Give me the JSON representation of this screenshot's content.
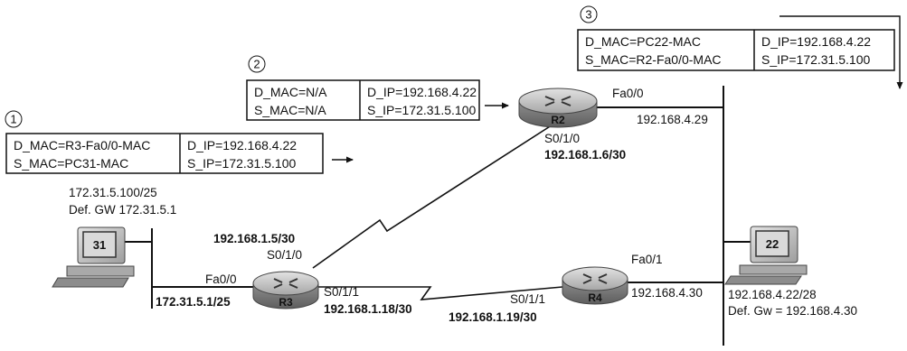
{
  "steps": [
    {
      "number": "1",
      "dst_mac": "D_MAC=R3-Fa0/0-MAC",
      "src_mac": "S_MAC=PC31-MAC",
      "dst_ip": "D_IP=192.168.4.22",
      "src_ip": "S_IP=172.31.5.100"
    },
    {
      "number": "2",
      "dst_mac": "D_MAC=N/A",
      "src_mac": "S_MAC=N/A",
      "dst_ip": "D_IP=192.168.4.22",
      "src_ip": "S_IP=172.31.5.100"
    },
    {
      "number": "3",
      "dst_mac": "D_MAC=PC22-MAC",
      "src_mac": "S_MAC=R2-Fa0/0-MAC",
      "dst_ip": "D_IP=192.168.4.22",
      "src_ip": "S_IP=172.31.5.100"
    }
  ],
  "pc31": {
    "label": "31",
    "ip": "172.31.5.100/25",
    "gateway": "Def. GW 172.31.5.1"
  },
  "pc22": {
    "label": "22",
    "ip": "192.168.4.22/28",
    "gateway": "Def. Gw =   192.168.4.30"
  },
  "routers": {
    "r2": {
      "name": "R2",
      "fa_port": "Fa0/0",
      "fa_ip": "192.168.4.29",
      "serial_port": "S0/1/0",
      "serial_ip": "192.168.1.6/30"
    },
    "r3": {
      "name": "R3",
      "fa_port": "Fa0/0",
      "fa_ip": "172.31.5.1/25",
      "s010_port": "S0/1/0",
      "s010_ip": "192.168.1.5/30",
      "s011_port": "S0/1/1",
      "s011_ip": "192.168.1.18/30"
    },
    "r4": {
      "name": "R4",
      "fa_port": "Fa0/1",
      "fa_ip": "192.168.4.30",
      "serial_port": "S0/1/1",
      "serial_ip": "192.168.1.19/30"
    }
  },
  "colors": {
    "line": "#111111",
    "router_body": "#9a9a9a",
    "pc_body": "#b8b8b8"
  },
  "icons": {
    "router": "router-icon",
    "pc": "pc-icon",
    "arrow": "arrow-icon"
  }
}
